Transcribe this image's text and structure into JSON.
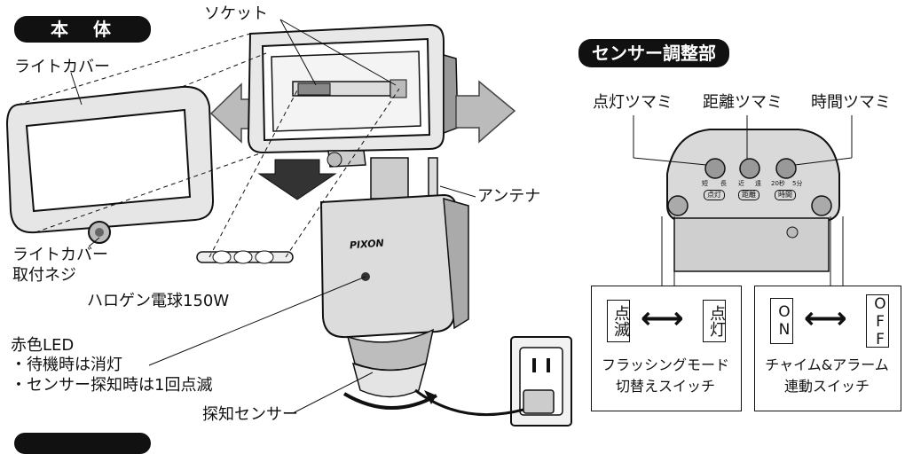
{
  "headers": {
    "main_body": "本　体",
    "sensor_adjust": "センサー調整部"
  },
  "labels": {
    "socket": "ソケット",
    "light_cover": "ライトカバー",
    "light_cover_screw_line1": "ライトカバー",
    "light_cover_screw_line2": "取付ネジ",
    "halogen_bulb": "ハロゲン電球150W",
    "red_led": "赤色LED",
    "led_note1": "・待機時は消灯",
    "led_note2": "・センサー探知時は1回点滅",
    "detect_sensor": "探知センサー",
    "antenna": "アンテナ",
    "brand": "PIXON"
  },
  "sensor_panel": {
    "knob_light": "点灯ツマミ",
    "knob_distance": "距離ツマミ",
    "knob_time": "時間ツマミ",
    "tag_light": "点灯",
    "tag_distance": "距離",
    "tag_time": "時間",
    "dial_marks": [
      "短",
      "長",
      "近",
      "遠",
      "20秒",
      "5分"
    ]
  },
  "switches": {
    "flash": {
      "left": "点滅",
      "right": "点灯",
      "caption1": "フラッシングモード",
      "caption2": "切替えスイッチ"
    },
    "chime": {
      "left": "ON",
      "right": "OFF",
      "caption1": "チャイム&アラーム",
      "caption2": "連動スイッチ"
    }
  }
}
